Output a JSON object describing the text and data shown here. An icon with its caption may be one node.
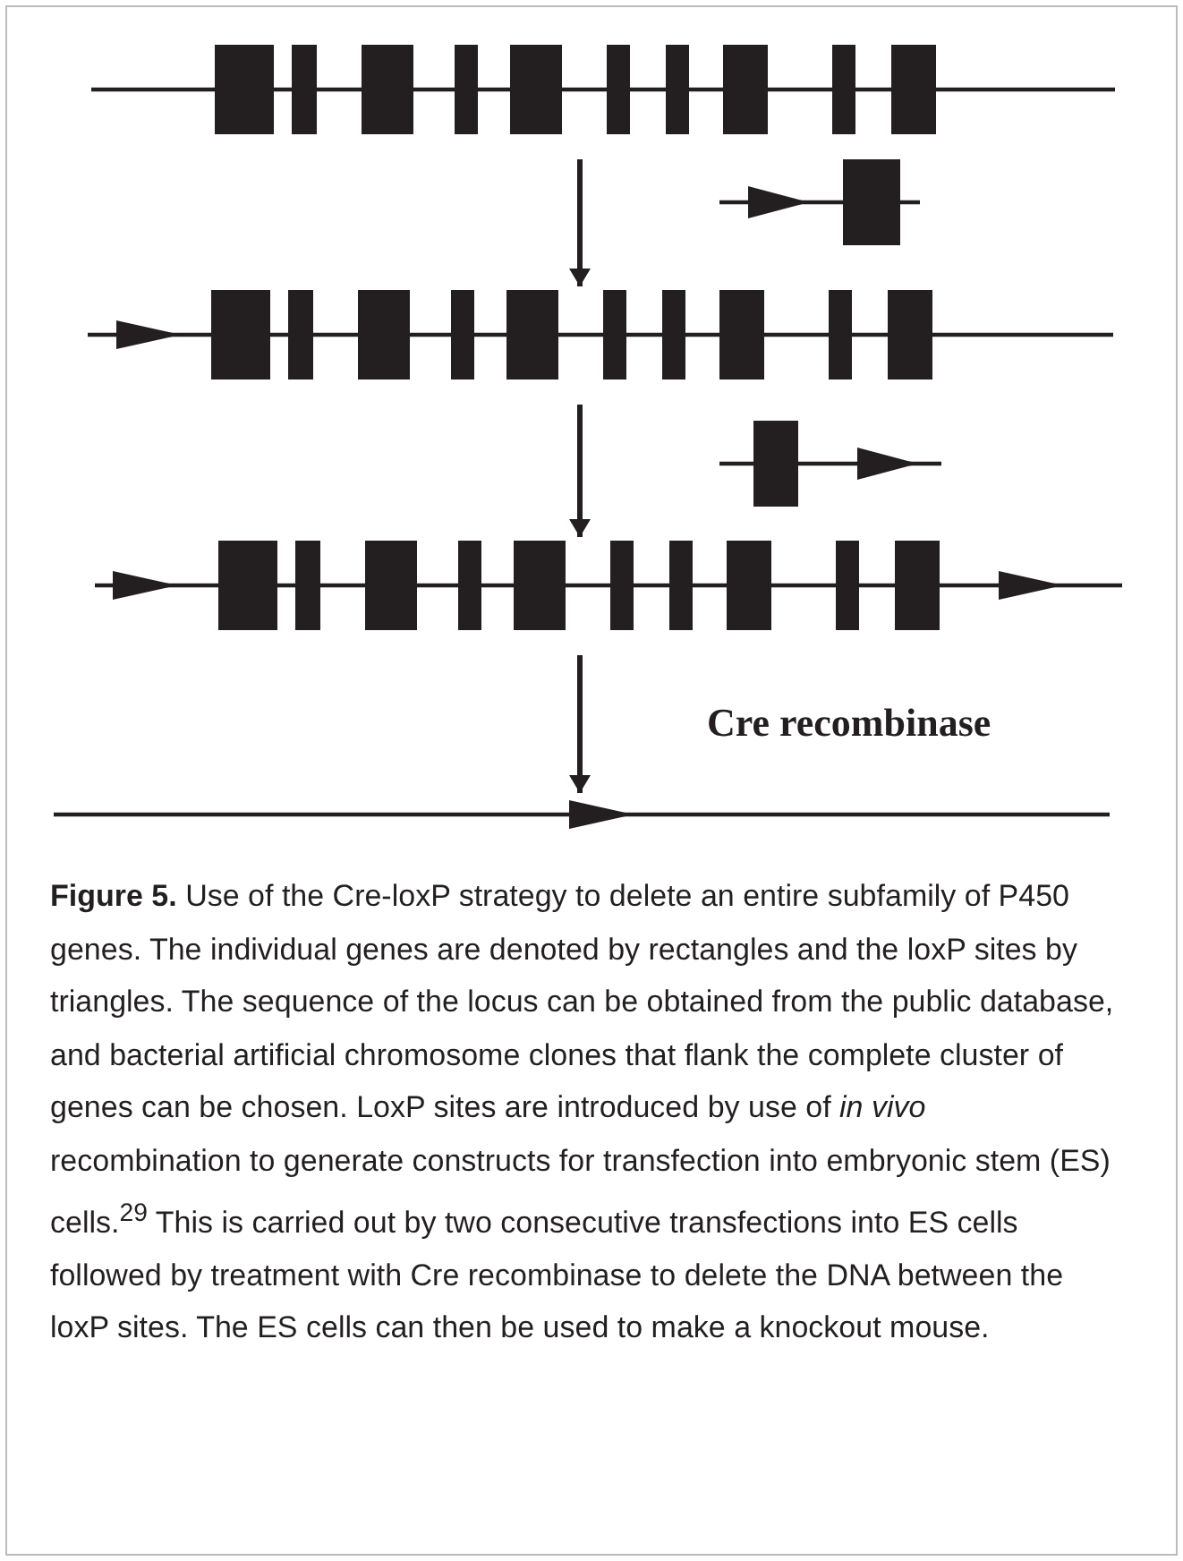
{
  "diagram": {
    "caption": "**Figure 5.** Use of the Cre-loxP strategy to delete an entire subfamily of P450 genes. The individual genes are denoted by rectangles and the loxP sites by triangles. The sequence of the locus can be obtained from the public database, and bacterial artificial chromosome clones that flank the complete cluster of genes can be chosen. LoxP sites are introduced by use of *in vivo* recombination to generate constructs for transfection into embryonic stem (ES) cells.$^{29}$ This is carried out by two consecutive transfections into ES cells followed by treatment with Cre recombinase to delete the DNA between the loxP sites. The ES cells can then be used to make a knockout mouse.",
    "nodes": [
      {
        "text": [],
        "shape": "bar"
      },
      {
        "text": [],
        "shape": "bar"
      },
      {
        "text": [],
        "shape": "bar"
      },
      {
        "text": [],
        "shape": "bar"
      }
    ],
    "edges": [
      {
        "from": 0,
        "to": 1,
        "arrow": "to"
      },
      {
        "from": 1,
        "to": 2,
        "arrow": "to"
      },
      {
        "from": 2,
        "to": 3,
        "arrow": "to",
        "label": "Cre recombinase"
      }
    ]
  }
}
